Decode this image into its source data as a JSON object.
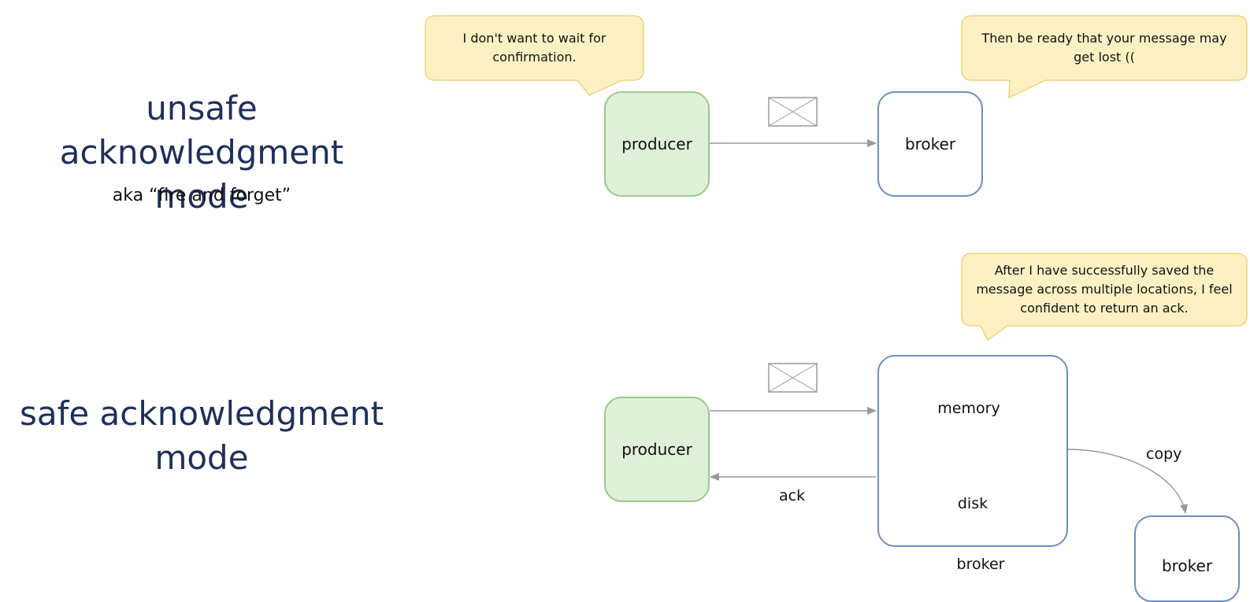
{
  "unsafe_mode": {
    "title_line1": "unsafe acknowledgment",
    "title_line2": "mode",
    "subtitle": "aka “fire and forget”",
    "producer_label": "producer",
    "broker_label": "broker",
    "producer_speech": "I don't want to wait for confirmation.",
    "broker_speech": "Then be ready that your message may get lost (("
  },
  "safe_mode": {
    "title_line1": "safe acknowledgment",
    "title_line2": "mode",
    "producer_label": "producer",
    "broker_speech": "After I have successfully saved the message across multiple locations, I feel confident to return an ack.",
    "memory_label": "memory",
    "disk_label": "disk",
    "broker_label": "broker",
    "ack_label": "ack",
    "copy_label": "copy",
    "replica_label": "broker"
  },
  "colors": {
    "heading": "#1f2f5c",
    "producer_fill": "#dff0d8",
    "producer_border": "#9cc98a",
    "broker_border": "#6c8ebf",
    "bubble_fill": "#fdf1c4",
    "bubble_border": "#f0d27a",
    "memory_fill": "#fbd9c2",
    "memory_border": "#f0b48c",
    "disk_fill": "#d6def2",
    "disk_border": "#6c8ebf",
    "arrow": "#999999"
  },
  "icons": {
    "message": "envelope-icon"
  }
}
